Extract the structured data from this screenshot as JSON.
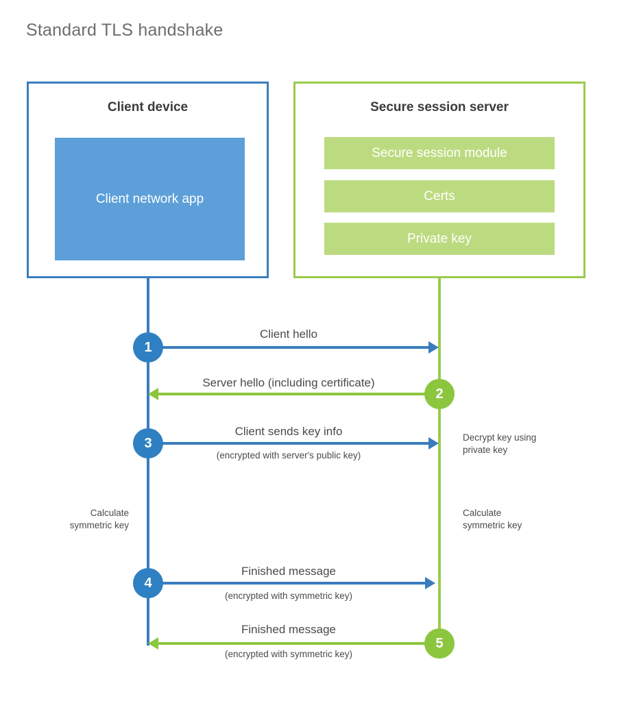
{
  "title": "Standard TLS handshake",
  "colors": {
    "client_blue": "#3a7dbe",
    "client_circle_blue": "#2f80c2",
    "client_app_fill": "#5c9fd9",
    "server_green": "#9acb4a",
    "server_circle_green": "#8cc63e",
    "server_bar_fill": "#bcdb80",
    "text_gray": "#4a4a4a",
    "title_gray": "#6d6d6d",
    "heading_gray": "#3b3b3b",
    "background": "#ffffff"
  },
  "client": {
    "box_title": "Client device",
    "app_label": "Client network app"
  },
  "server": {
    "box_title": "Secure session server",
    "modules": [
      {
        "label": "Secure session module"
      },
      {
        "label": "Certs"
      },
      {
        "label": "Private key"
      }
    ]
  },
  "steps": [
    {
      "number": "1",
      "origin": "client",
      "direction": "to-server",
      "label": "Client hello",
      "sublabel": ""
    },
    {
      "number": "2",
      "origin": "server",
      "direction": "to-client",
      "label": "Server hello (including certificate)",
      "sublabel": ""
    },
    {
      "number": "3",
      "origin": "client",
      "direction": "to-server",
      "label": "Client sends key info",
      "sublabel": "(encrypted with server's public key)"
    },
    {
      "number": "4",
      "origin": "client",
      "direction": "to-server",
      "label": "Finished message",
      "sublabel": "(encrypted with symmetric key)"
    },
    {
      "number": "5",
      "origin": "server",
      "direction": "to-client",
      "label": "Finished message",
      "sublabel": "(encrypted with symmetric key)"
    }
  ],
  "annotations": {
    "server_decrypt": "Decrypt key using\nprivate key",
    "client_calculate": "Calculate\nsymmetric key",
    "server_calculate": "Calculate\nsymmetric key"
  }
}
